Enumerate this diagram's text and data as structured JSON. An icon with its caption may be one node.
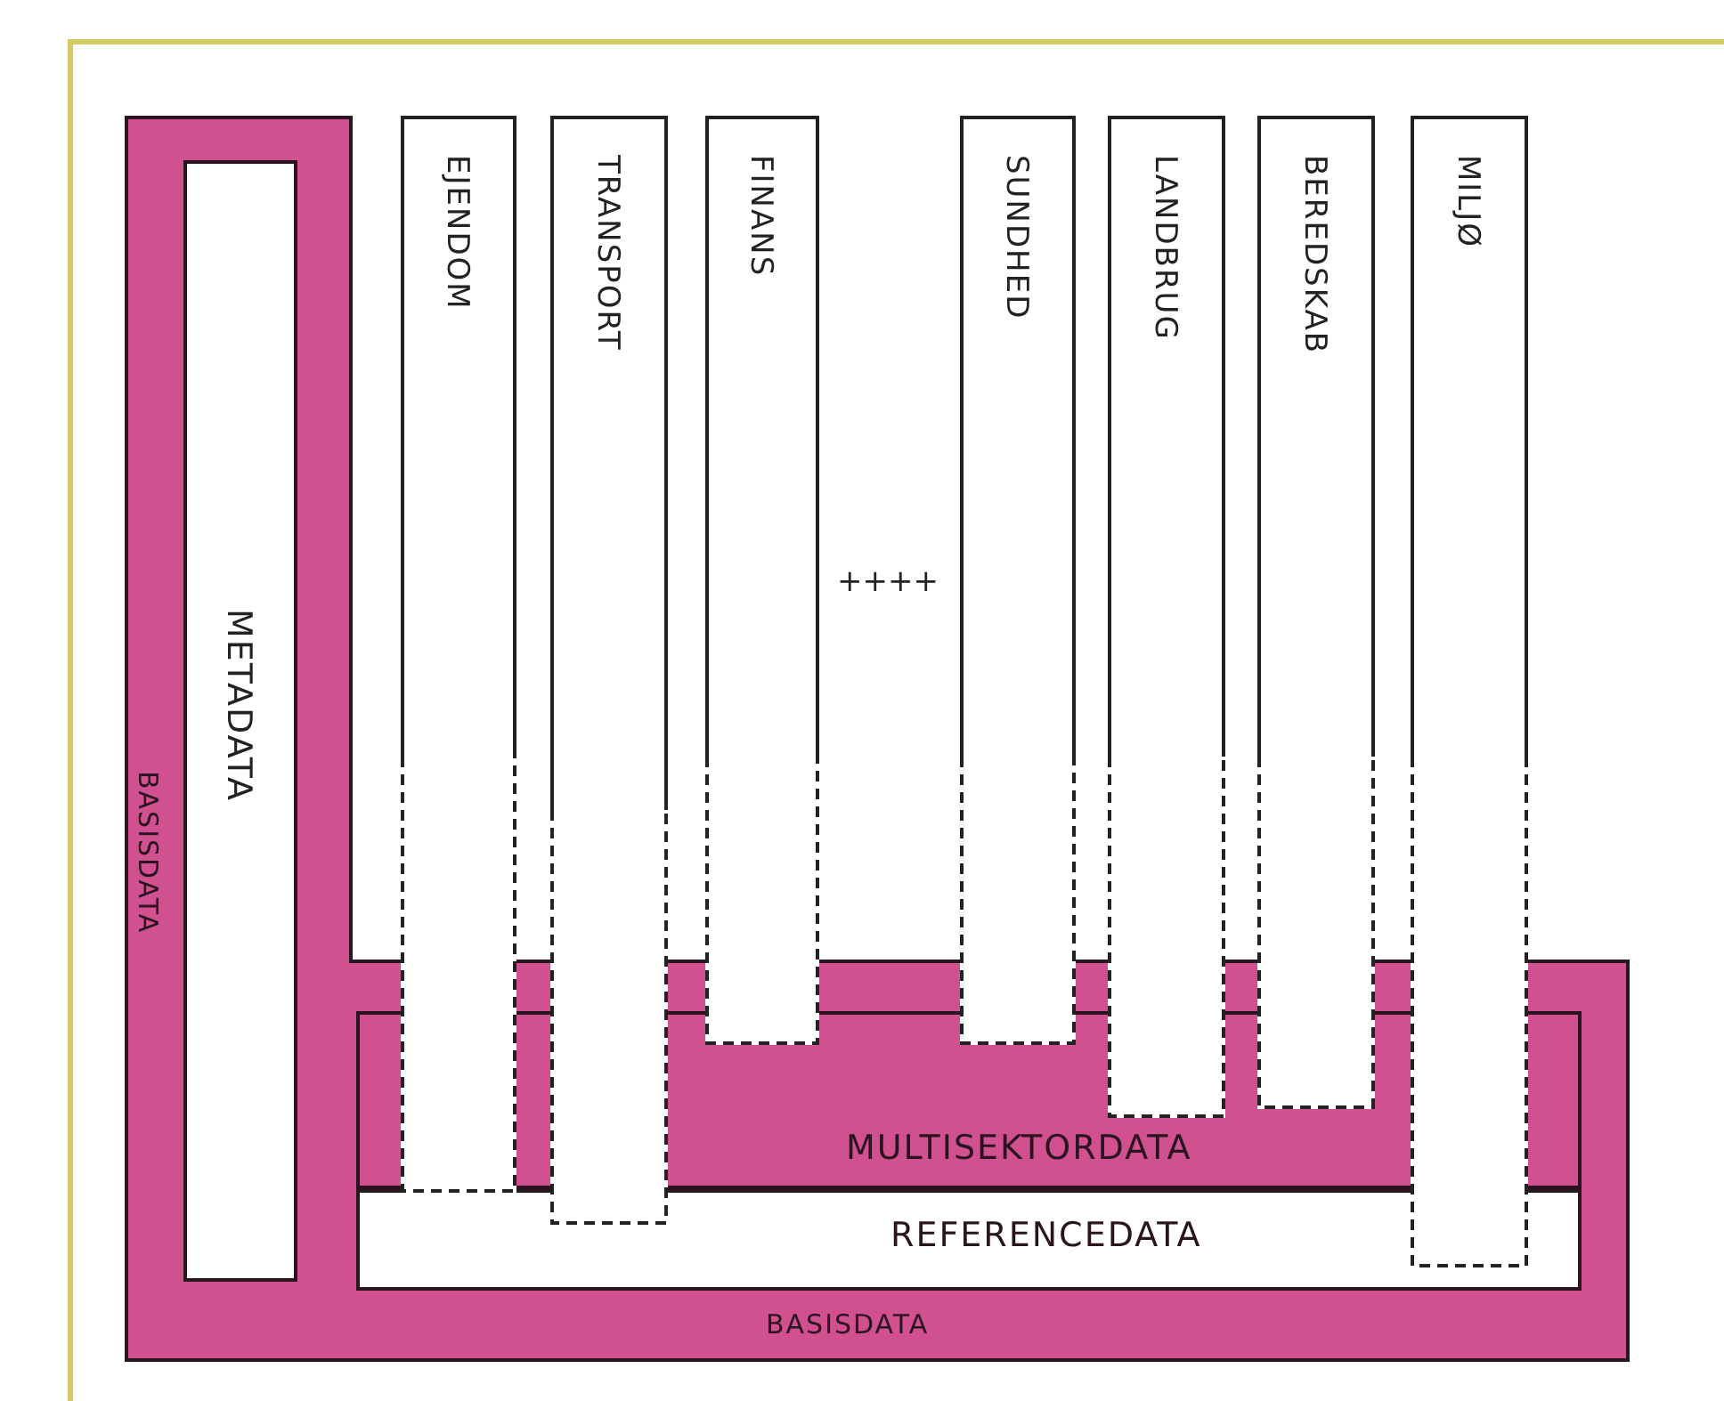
{
  "diagram": {
    "nodes": [
      {
        "text": [
          "BASISDATA",
          "BASISDATA"
        ]
      },
      {
        "text": [
          "METADATA"
        ],
        "in": 0
      },
      {
        "text": [
          "MULTISEKTORDATA"
        ],
        "in": 0
      },
      {
        "text": [
          "REFERENCEDATA"
        ],
        "in": 0
      },
      {
        "text": [
          "EJENDOM"
        ]
      },
      {
        "text": [
          "TRANSPORT"
        ]
      },
      {
        "text": [
          "FINANS"
        ]
      },
      {
        "text": [
          "SUNDHED"
        ]
      },
      {
        "text": [
          "LANDBRUG"
        ]
      },
      {
        "text": [
          "BEREDSKAB"
        ]
      },
      {
        "text": [
          "MILJØ"
        ]
      }
    ],
    "edges": [],
    "labels": [
      "++++"
    ]
  }
}
